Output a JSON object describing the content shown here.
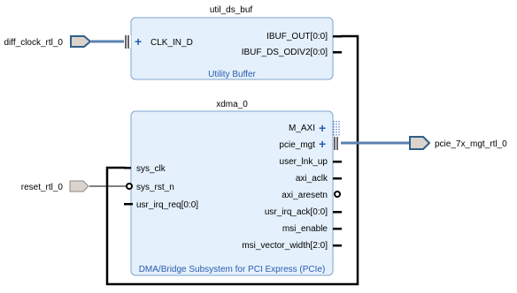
{
  "diagram": {
    "colors": {
      "block_fill": "#e4f0fb",
      "block_border": "#7fa6cf",
      "wire": "#000000",
      "port_fill": "#dcd4cc",
      "subtitle": "#2a5db0"
    },
    "blocks": {
      "util": {
        "name": "util_ds_buf",
        "subtitle": "Utility Buffer",
        "inputs": [
          "CLK_IN_D"
        ],
        "outputs": [
          "IBUF_OUT[0:0]",
          "IBUF_DS_ODIV2[0:0]"
        ]
      },
      "xdma": {
        "name": "xdma_0",
        "subtitle": "DMA/Bridge Subsystem for PCI Express (PCIe)",
        "inputs": [
          "sys_clk",
          "sys_rst_n",
          "usr_irq_req[0:0]"
        ],
        "outputs": [
          "M_AXI",
          "pcie_mgt",
          "user_lnk_up",
          "axi_aclk",
          "axi_aresetn",
          "usr_irq_ack[0:0]",
          "msi_enable",
          "msi_vector_width[2:0]"
        ]
      }
    },
    "external_ports": {
      "diff_clock": "diff_clock_rtl_0",
      "reset": "reset_rtl_0",
      "pcie_out": "pcie_7x_mgt_rtl_0"
    },
    "plus_symbol": "+"
  }
}
